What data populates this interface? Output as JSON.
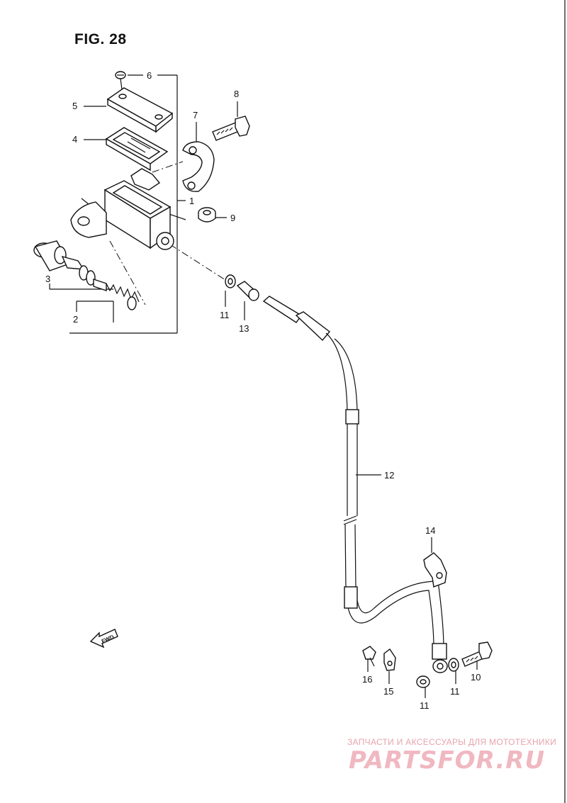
{
  "figure": {
    "title": "FIG. 28"
  },
  "callouts": [
    {
      "id": "c1",
      "text": "1"
    },
    {
      "id": "c2",
      "text": "2"
    },
    {
      "id": "c3",
      "text": "3"
    },
    {
      "id": "c4",
      "text": "4"
    },
    {
      "id": "c5",
      "text": "5"
    },
    {
      "id": "c6",
      "text": "6"
    },
    {
      "id": "c7",
      "text": "7"
    },
    {
      "id": "c8",
      "text": "8"
    },
    {
      "id": "c9",
      "text": "9"
    },
    {
      "id": "c10",
      "text": "10"
    },
    {
      "id": "c11a",
      "text": "11"
    },
    {
      "id": "c11b",
      "text": "11"
    },
    {
      "id": "c11c",
      "text": "11"
    },
    {
      "id": "c12",
      "text": "12"
    },
    {
      "id": "c13",
      "text": "13"
    },
    {
      "id": "c14",
      "text": "14"
    },
    {
      "id": "c15",
      "text": "15"
    },
    {
      "id": "c16",
      "text": "16"
    }
  ],
  "fwd_arrow": {
    "label": "FWD"
  },
  "watermark": {
    "tagline": "ЗАПЧАСТИ И АКСЕССУАРЫ ДЛЯ МОТОТЕХНИКИ",
    "brand": "PARTSFOR.RU",
    "color": "#f0b8c1"
  }
}
